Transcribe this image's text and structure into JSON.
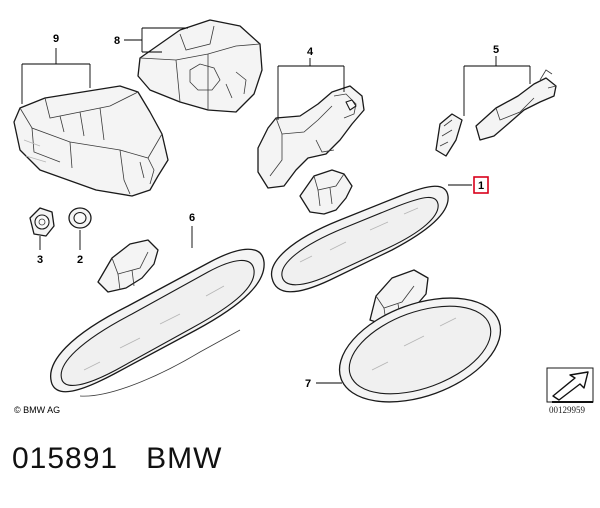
{
  "diagram": {
    "callouts": [
      {
        "label": "9"
      },
      {
        "label": "8"
      },
      {
        "label": "4"
      },
      {
        "label": "5"
      },
      {
        "label": "1"
      },
      {
        "label": "6"
      },
      {
        "label": "3"
      },
      {
        "label": "2"
      },
      {
        "label": "7"
      }
    ],
    "copyright": "© BMW AG",
    "document_number": "00129959"
  },
  "caption": {
    "part_number": "015891",
    "brand": "BMW"
  },
  "colors": {
    "highlight_box": "#d9001b",
    "line": "#1a1a1a"
  }
}
